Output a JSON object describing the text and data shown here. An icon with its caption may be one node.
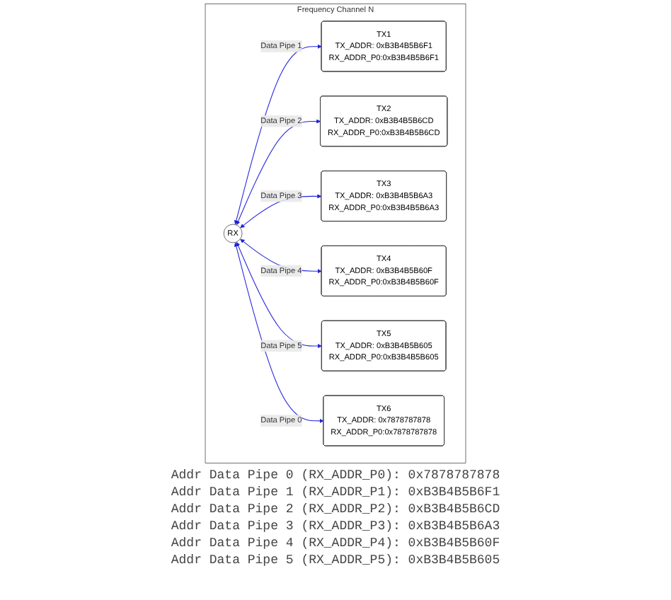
{
  "diagram": {
    "nodes": [
      {
        "text": [
          "Frequency Channel N"
        ]
      },
      {
        "text": [
          "TX1",
          "TX_ADDR: 0xB3B4B5B6F1",
          "RX_ADDR_P0:0xB3B4B5B6F1"
        ],
        "in": 0
      },
      {
        "text": [
          "TX2",
          "TX_ADDR: 0xB3B4B5B6CD",
          "RX_ADDR_P0:0xB3B4B5B6CD"
        ],
        "in": 0
      },
      {
        "text": [
          "TX3",
          "TX_ADDR: 0xB3B4B5B6A3",
          "RX_ADDR_P0:0xB3B4B5B6A3"
        ],
        "in": 0
      },
      {
        "text": [
          "TX4",
          "TX_ADDR: 0xB3B4B5B60F",
          "RX_ADDR_P0:0xB3B4B5B60F"
        ],
        "in": 0
      },
      {
        "text": [
          "TX5",
          "TX_ADDR: 0xB3B4B5B605",
          "RX_ADDR_P0:0xB3B4B5B605"
        ],
        "in": 0
      },
      {
        "text": [
          "TX6",
          "TX_ADDR: 0x7878787878",
          "RX_ADDR_P0:0x7878787878"
        ],
        "in": 0
      },
      {
        "text": [
          "RX"
        ],
        "in": 0
      }
    ],
    "edges": [
      {
        "from": 7,
        "to": 1,
        "arrow": "both",
        "label": "Data Pipe 1"
      },
      {
        "from": 7,
        "to": 2,
        "arrow": "both",
        "label": "Data Pipe 2"
      },
      {
        "from": 7,
        "to": 3,
        "arrow": "both",
        "label": "Data Pipe 3"
      },
      {
        "from": 7,
        "to": 4,
        "arrow": "both",
        "label": "Data Pipe 4"
      },
      {
        "from": 7,
        "to": 5,
        "arrow": "both",
        "label": "Data Pipe 5"
      },
      {
        "from": 7,
        "to": 6,
        "arrow": "both",
        "label": "Data Pipe 0"
      }
    ],
    "labels": [
      "Addr Data Pipe 0 (RX_ADDR_P0): 0x7878787878",
      "Addr Data Pipe 1 (RX_ADDR_P1): 0xB3B4B5B6F1",
      "Addr Data Pipe 2 (RX_ADDR_P2): 0xB3B4B5B6CD",
      "Addr Data Pipe 3 (RX_ADDR_P3): 0xB3B4B5B6A3",
      "Addr Data Pipe 4 (RX_ADDR_P4): 0xB3B4B5B60F",
      "Addr Data Pipe 5 (RX_ADDR_P5): 0xB3B4B5B605"
    ]
  }
}
